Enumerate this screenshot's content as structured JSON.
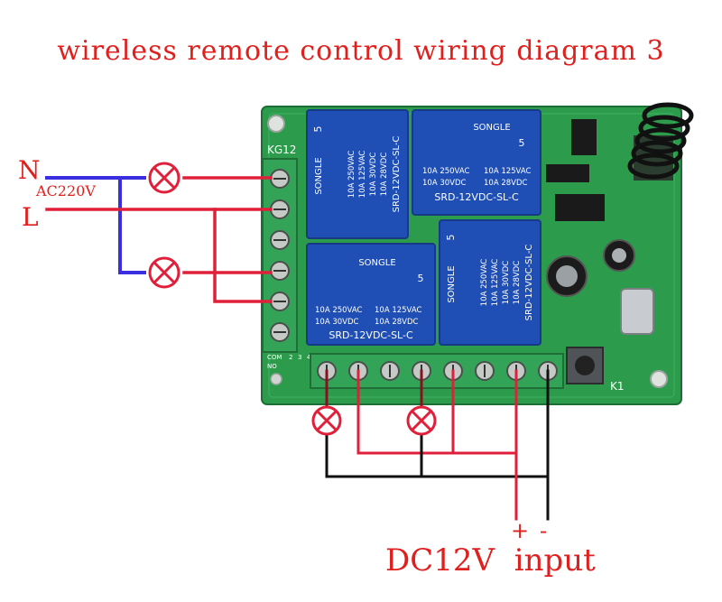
{
  "title": "wireless remote control wiring diagram 3",
  "mains": {
    "n_label": "N",
    "l_label": "L",
    "voltage_label": "AC220V"
  },
  "dc": {
    "plus_label": "+",
    "minus_label": "-",
    "input_label": "DC12V  input"
  },
  "board": {
    "model_label": "KG12",
    "button_label": "K1",
    "terminal_labels": [
      "COM",
      "NO",
      "2",
      "3",
      "4"
    ],
    "relays": [
      {
        "brand": "SONGLE",
        "rating1": "10A 250VAC",
        "rating2": "10A 125VAC",
        "rating3": "10A 30VDC",
        "rating4": "10A 28VDC",
        "model": "SRD-12VDC-SL-C",
        "pin": "5",
        "orientation": "rotated"
      },
      {
        "brand": "SONGLE",
        "rating1": "10A 250VAC",
        "rating2": "10A 125VAC",
        "rating3": "10A 30VDC",
        "rating4": "10A 28VDC",
        "model": "SRD-12VDC-SL-C",
        "pin": "5",
        "orientation": "upright"
      },
      {
        "brand": "SONGLE",
        "rating1": "10A 250VAC",
        "rating2": "10A 125VAC",
        "rating3": "10A 30VDC",
        "rating4": "10A 28VDC",
        "model": "SRD-12VDC-SL-C",
        "pin": "5",
        "orientation": "upright"
      },
      {
        "brand": "SONGLE",
        "rating1": "10A 250VAC",
        "rating2": "10A 125VAC",
        "rating3": "10A 30VDC",
        "rating4": "10A 28VDC",
        "model": "SRD-12VDC-SL-C",
        "pin": "5",
        "orientation": "rotated"
      }
    ]
  },
  "colors": {
    "wire_red": "#e0203a",
    "wire_blue": "#3a2ee0",
    "wire_black": "#111111",
    "wire_maroon": "#8a1020",
    "board_green": "#2a9a4a",
    "relay_blue": "#1f4fb4",
    "terminal_green": "#33a457",
    "lamp_red": "#e0203a"
  }
}
